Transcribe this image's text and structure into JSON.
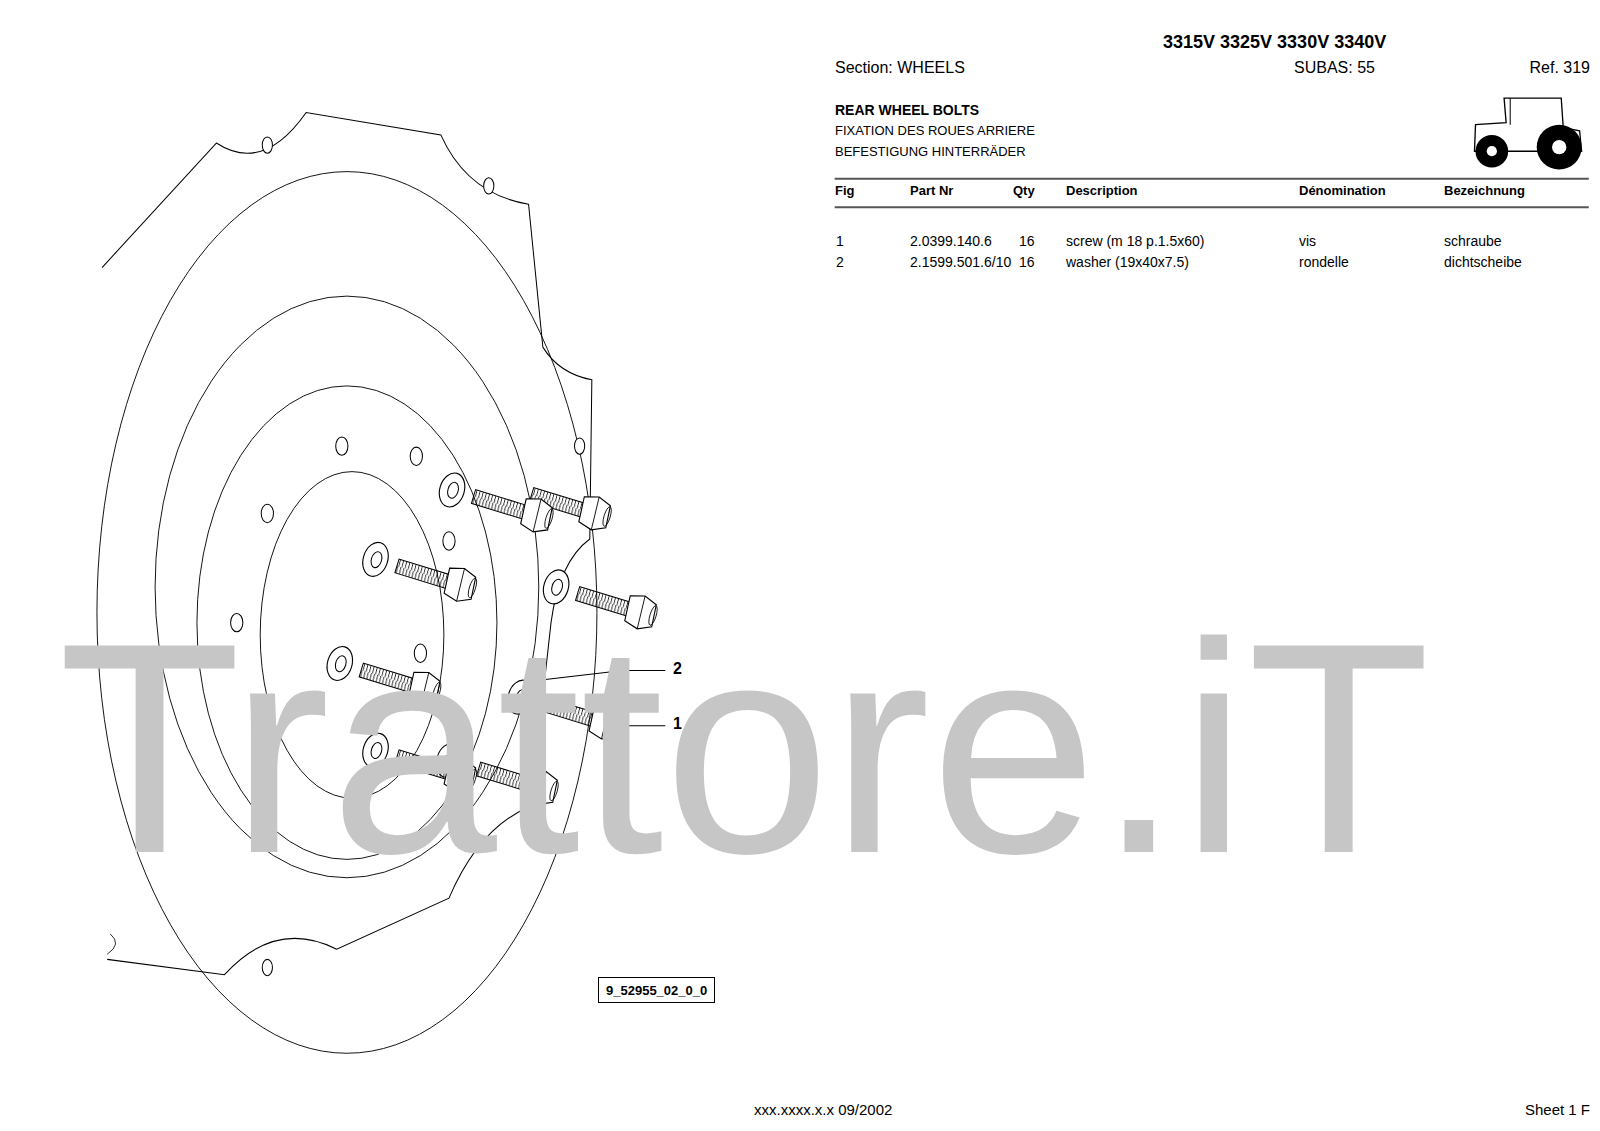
{
  "diagram": {
    "title": "3315V 3325V 3330V 3340V",
    "nodes": [
      {
        "text": [
          "9_52955_02_0_0"
        ]
      }
    ],
    "labels": [
      "Section: WHEELS",
      "SUBAS: 55",
      "Ref. 319",
      "REAR WHEEL BOLTS",
      "FIXATION DES ROUES ARRIERE",
      "BEFESTIGUNG HINTERRÄDER",
      "Fig",
      "Part Nr",
      "Qty",
      "Description",
      "Dénomination",
      "Bezeichnung",
      "1",
      "2.0399.140.6",
      "16",
      "screw (m 18 p.1.5x60)",
      "vis",
      "schraube",
      "2",
      "2.1599.501.6/10",
      "16",
      "washer (19x40x7.5)",
      "rondelle",
      "dichtscheibe",
      "2",
      "1",
      "Trattore.iT",
      "xxx.xxxx.x.x  09/2002",
      "Sheet 1 F"
    ]
  }
}
